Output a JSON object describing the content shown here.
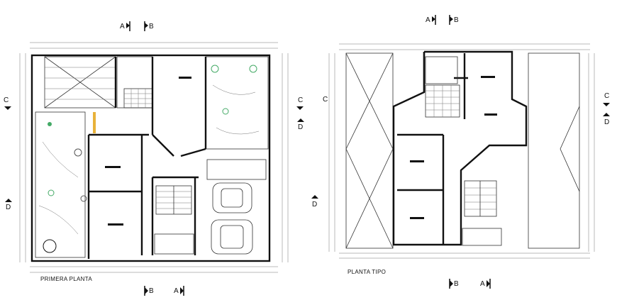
{
  "plans": [
    {
      "title": "PRIMERA PLANTA"
    },
    {
      "title": "PLANTA TIPO"
    }
  ],
  "section_marks": {
    "a": "A",
    "b": "B",
    "c": "C",
    "d": "D"
  },
  "colors": {
    "line": "#111111",
    "background": "#ffffff",
    "highlight": "#e8b23a"
  }
}
